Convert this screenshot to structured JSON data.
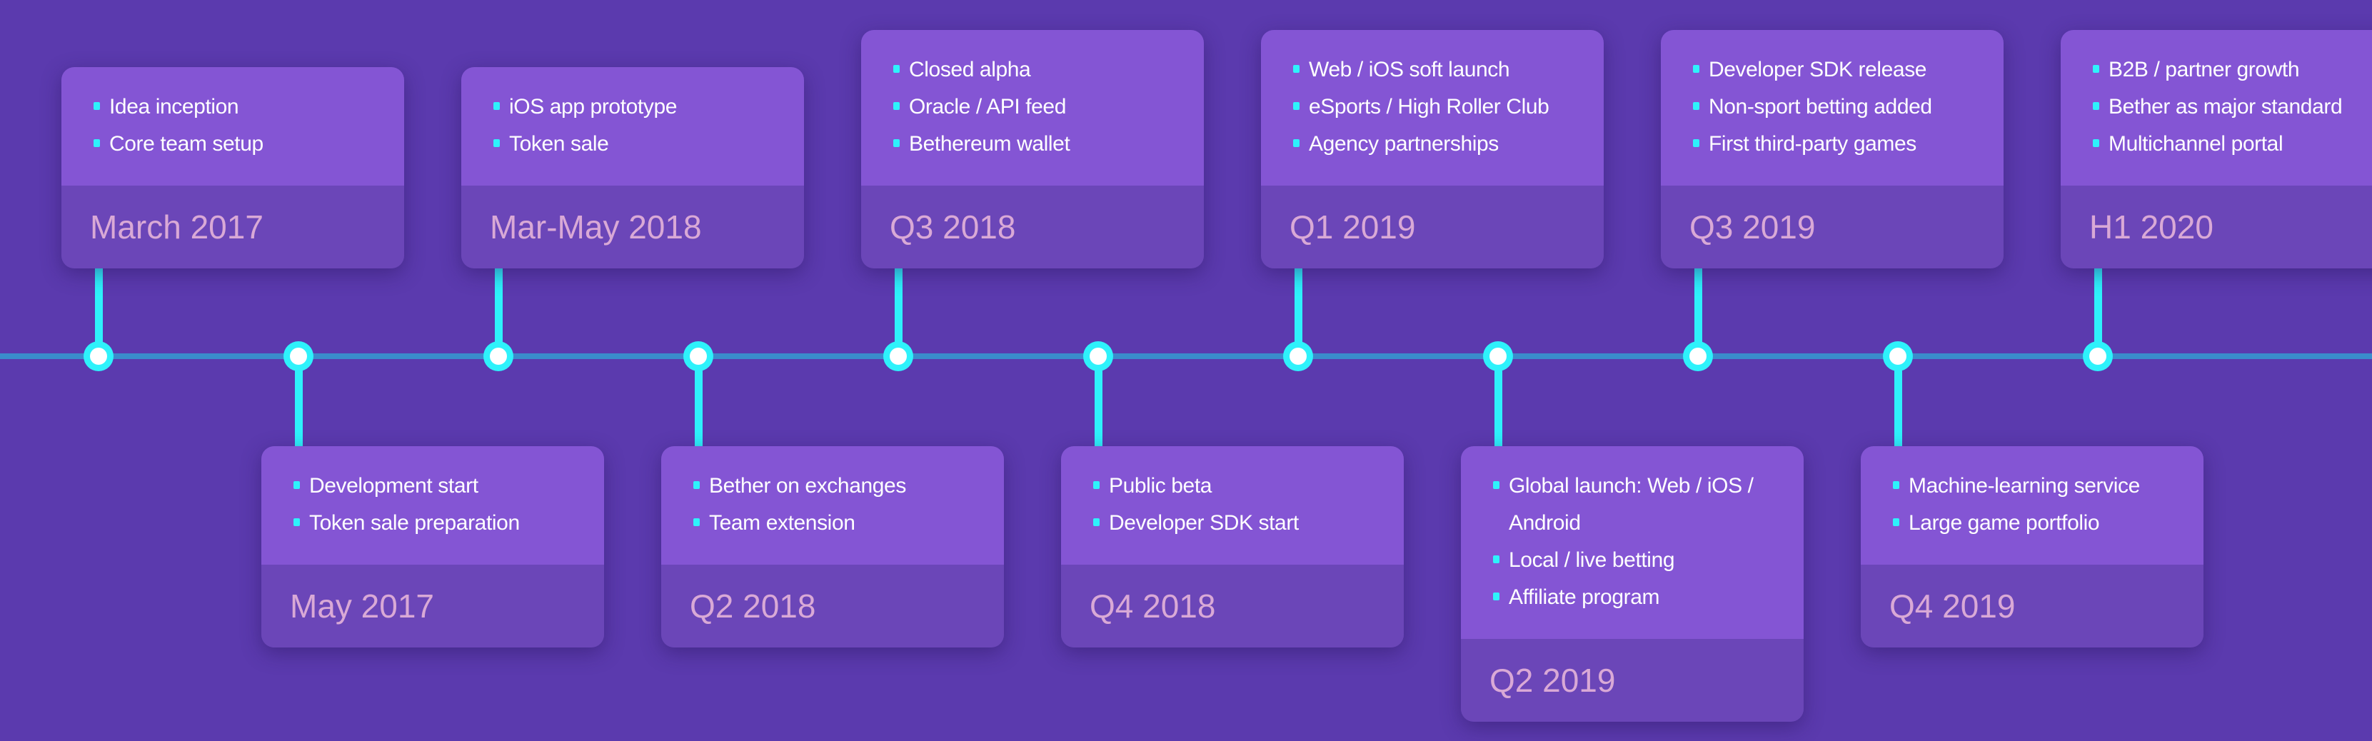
{
  "colors": {
    "background": "#5b3aae",
    "card_top": "#8455d4",
    "card_bottom": "#6b46b8",
    "accent": "#2ef2fb",
    "line": "#3a8ccc",
    "date_text": "#d9a9d6"
  },
  "milestones": [
    {
      "date": "March 2017",
      "position": "top",
      "items": [
        "Idea inception",
        "Core team setup"
      ]
    },
    {
      "date": "May 2017",
      "position": "bottom",
      "items": [
        "Development start",
        "Token sale preparation"
      ]
    },
    {
      "date": "Mar-May 2018",
      "position": "top",
      "items": [
        "iOS app prototype",
        "Token sale"
      ]
    },
    {
      "date": "Q2 2018",
      "position": "bottom",
      "items": [
        "Bether on exchanges",
        "Team extension"
      ]
    },
    {
      "date": "Q3 2018",
      "position": "top",
      "items": [
        "Closed alpha",
        "Oracle / API feed",
        "Bethereum wallet"
      ]
    },
    {
      "date": "Q4 2018",
      "position": "bottom",
      "items": [
        "Public beta",
        "Developer SDK start"
      ]
    },
    {
      "date": "Q1 2019",
      "position": "top",
      "items": [
        "Web / iOS soft launch",
        "eSports / High Roller Club",
        "Agency partnerships"
      ]
    },
    {
      "date": "Q2 2019",
      "position": "bottom",
      "items": [
        "Global launch: Web / iOS / Android",
        "Local / live betting",
        "Affiliate program"
      ]
    },
    {
      "date": "Q3 2019",
      "position": "top",
      "items": [
        "Developer SDK release",
        "Non-sport betting added",
        "First third-party games"
      ]
    },
    {
      "date": "Q4 2019",
      "position": "bottom",
      "items": [
        "Machine-learning service",
        "Large game portfolio"
      ]
    },
    {
      "date": "H1 2020",
      "position": "top",
      "items": [
        "B2B / partner growth",
        "Bether as major standard",
        "Multichannel portal"
      ]
    }
  ]
}
